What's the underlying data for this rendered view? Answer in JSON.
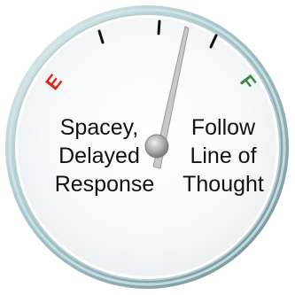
{
  "gauge": {
    "empty_label": "E",
    "full_label": "F",
    "left_text": [
      "Spacey,",
      "Delayed",
      "Response"
    ],
    "right_text": [
      "Follow",
      "Line of",
      "Thought"
    ],
    "colors": {
      "empty": "#e2231a",
      "full": "#3a8a4a",
      "needle": "#b8b8b8",
      "rim": "#9fc3c9"
    }
  }
}
